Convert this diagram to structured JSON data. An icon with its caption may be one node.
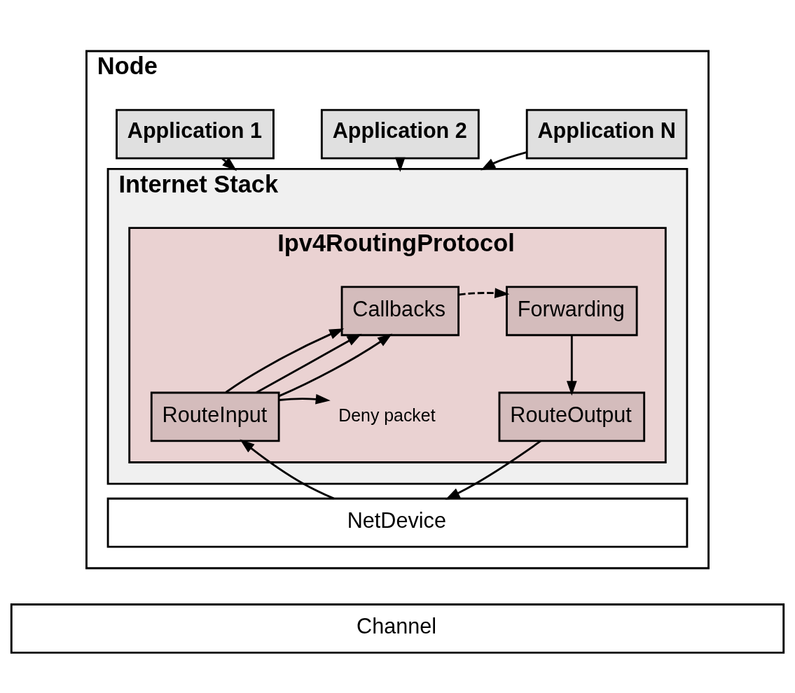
{
  "diagram": {
    "nodes": [
      {
        "text": [
          "Node"
        ]
      },
      {
        "text": [
          "Application 1"
        ],
        "in": 0
      },
      {
        "text": [
          "Application 2"
        ],
        "in": 0
      },
      {
        "text": [
          "Application N"
        ],
        "in": 0
      },
      {
        "text": [
          "Internet Stack"
        ],
        "in": 0
      },
      {
        "text": [
          "Ipv4RoutingProtocol"
        ],
        "in": 4
      },
      {
        "text": [
          "Callbacks"
        ],
        "in": 5
      },
      {
        "text": [
          "Forwarding"
        ],
        "in": 5
      },
      {
        "text": [
          "RouteInput"
        ],
        "in": 5
      },
      {
        "text": [
          "Deny packet"
        ],
        "in": 5
      },
      {
        "text": [
          "RouteOutput"
        ],
        "in": 5
      },
      {
        "text": [
          "NetDevice"
        ],
        "in": 0
      },
      {
        "text": [
          "Channel"
        ]
      }
    ],
    "edges": [
      {
        "from": 1,
        "to": 4,
        "arrow": "to"
      },
      {
        "from": 2,
        "to": 4,
        "arrow": "to"
      },
      {
        "from": 3,
        "to": 4,
        "arrow": "to"
      },
      {
        "from": 6,
        "to": 7,
        "arrow": "to",
        "style": "dashed"
      },
      {
        "from": 8,
        "to": 6,
        "arrow": "to"
      },
      {
        "from": 8,
        "to": 6,
        "arrow": "to"
      },
      {
        "from": 8,
        "to": 6,
        "arrow": "to"
      },
      {
        "from": 8,
        "to": 9,
        "arrow": "to"
      },
      {
        "from": 7,
        "to": 10,
        "arrow": "to"
      },
      {
        "from": 10,
        "to": 11,
        "arrow": "to"
      },
      {
        "from": 11,
        "to": 8,
        "arrow": "to"
      }
    ]
  }
}
